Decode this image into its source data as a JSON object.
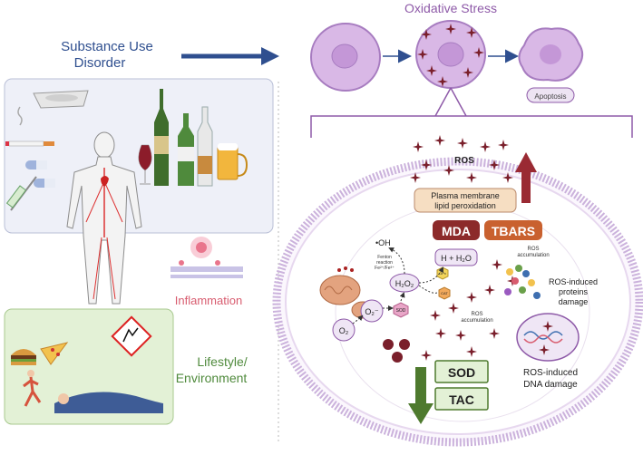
{
  "left": {
    "substance_title_line1": "Substance Use",
    "substance_title_line2": "Disorder",
    "inflammation_label": "Inflammation",
    "lifestyle_label_line1": "Lifestyle/",
    "lifestyle_label_line2": "Environment"
  },
  "top": {
    "oxidative_stress_title": "Oxidative Stress",
    "apoptosis_label": "Apoptosis"
  },
  "cell": {
    "ros_label": "ROS",
    "membrane_label_line1": "Plasma membrane",
    "membrane_label_line2": "lipid peroxidation",
    "mda_label": "MDA",
    "tbars_label": "TBARS",
    "oh_label": "•OH",
    "fenton_line1": "Fenton",
    "fenton_line2": "reaction",
    "fenton_line3": "Fe²⁺/Fe³⁺",
    "h2o2_label": "H₂O₂",
    "h_h2o_label": "H + H₂O",
    "gpx_label": "GPx",
    "cat_label": "CAT",
    "sod_small_label": "SOD",
    "o2_label": "O₂",
    "o2_minus_label": "O₂⁻",
    "ros_accum_1_line1": "ROS",
    "ros_accum_1_line2": "accumulation",
    "ros_accum_2_line1": "ROS",
    "ros_accum_2_line2": "accumulation",
    "protein_damage_line1": "ROS-induced",
    "protein_damage_line2": "proteins",
    "protein_damage_line3": "damage",
    "dna_damage_line1": "ROS-induced",
    "dna_damage_line2": "DNA damage",
    "sod_box_label": "SOD",
    "tac_box_label": "TAC"
  },
  "colors": {
    "blue_text": "#2f4f8f",
    "arrow_blue": "#2f4f8f",
    "purple_title": "#8e5aa8",
    "cell_fill": "#d9b8e6",
    "cell_stroke": "#a77cc0",
    "ros_star": "#7a1f2b",
    "mda_fill": "#8c2a2a",
    "tbars_fill": "#c9612f",
    "green_text": "#4f8a3c",
    "green_box": "#e3f1d6",
    "pink_text": "#d85c6f",
    "down_arrow": "#4e7a2e",
    "up_arrow": "#9a2a33"
  }
}
